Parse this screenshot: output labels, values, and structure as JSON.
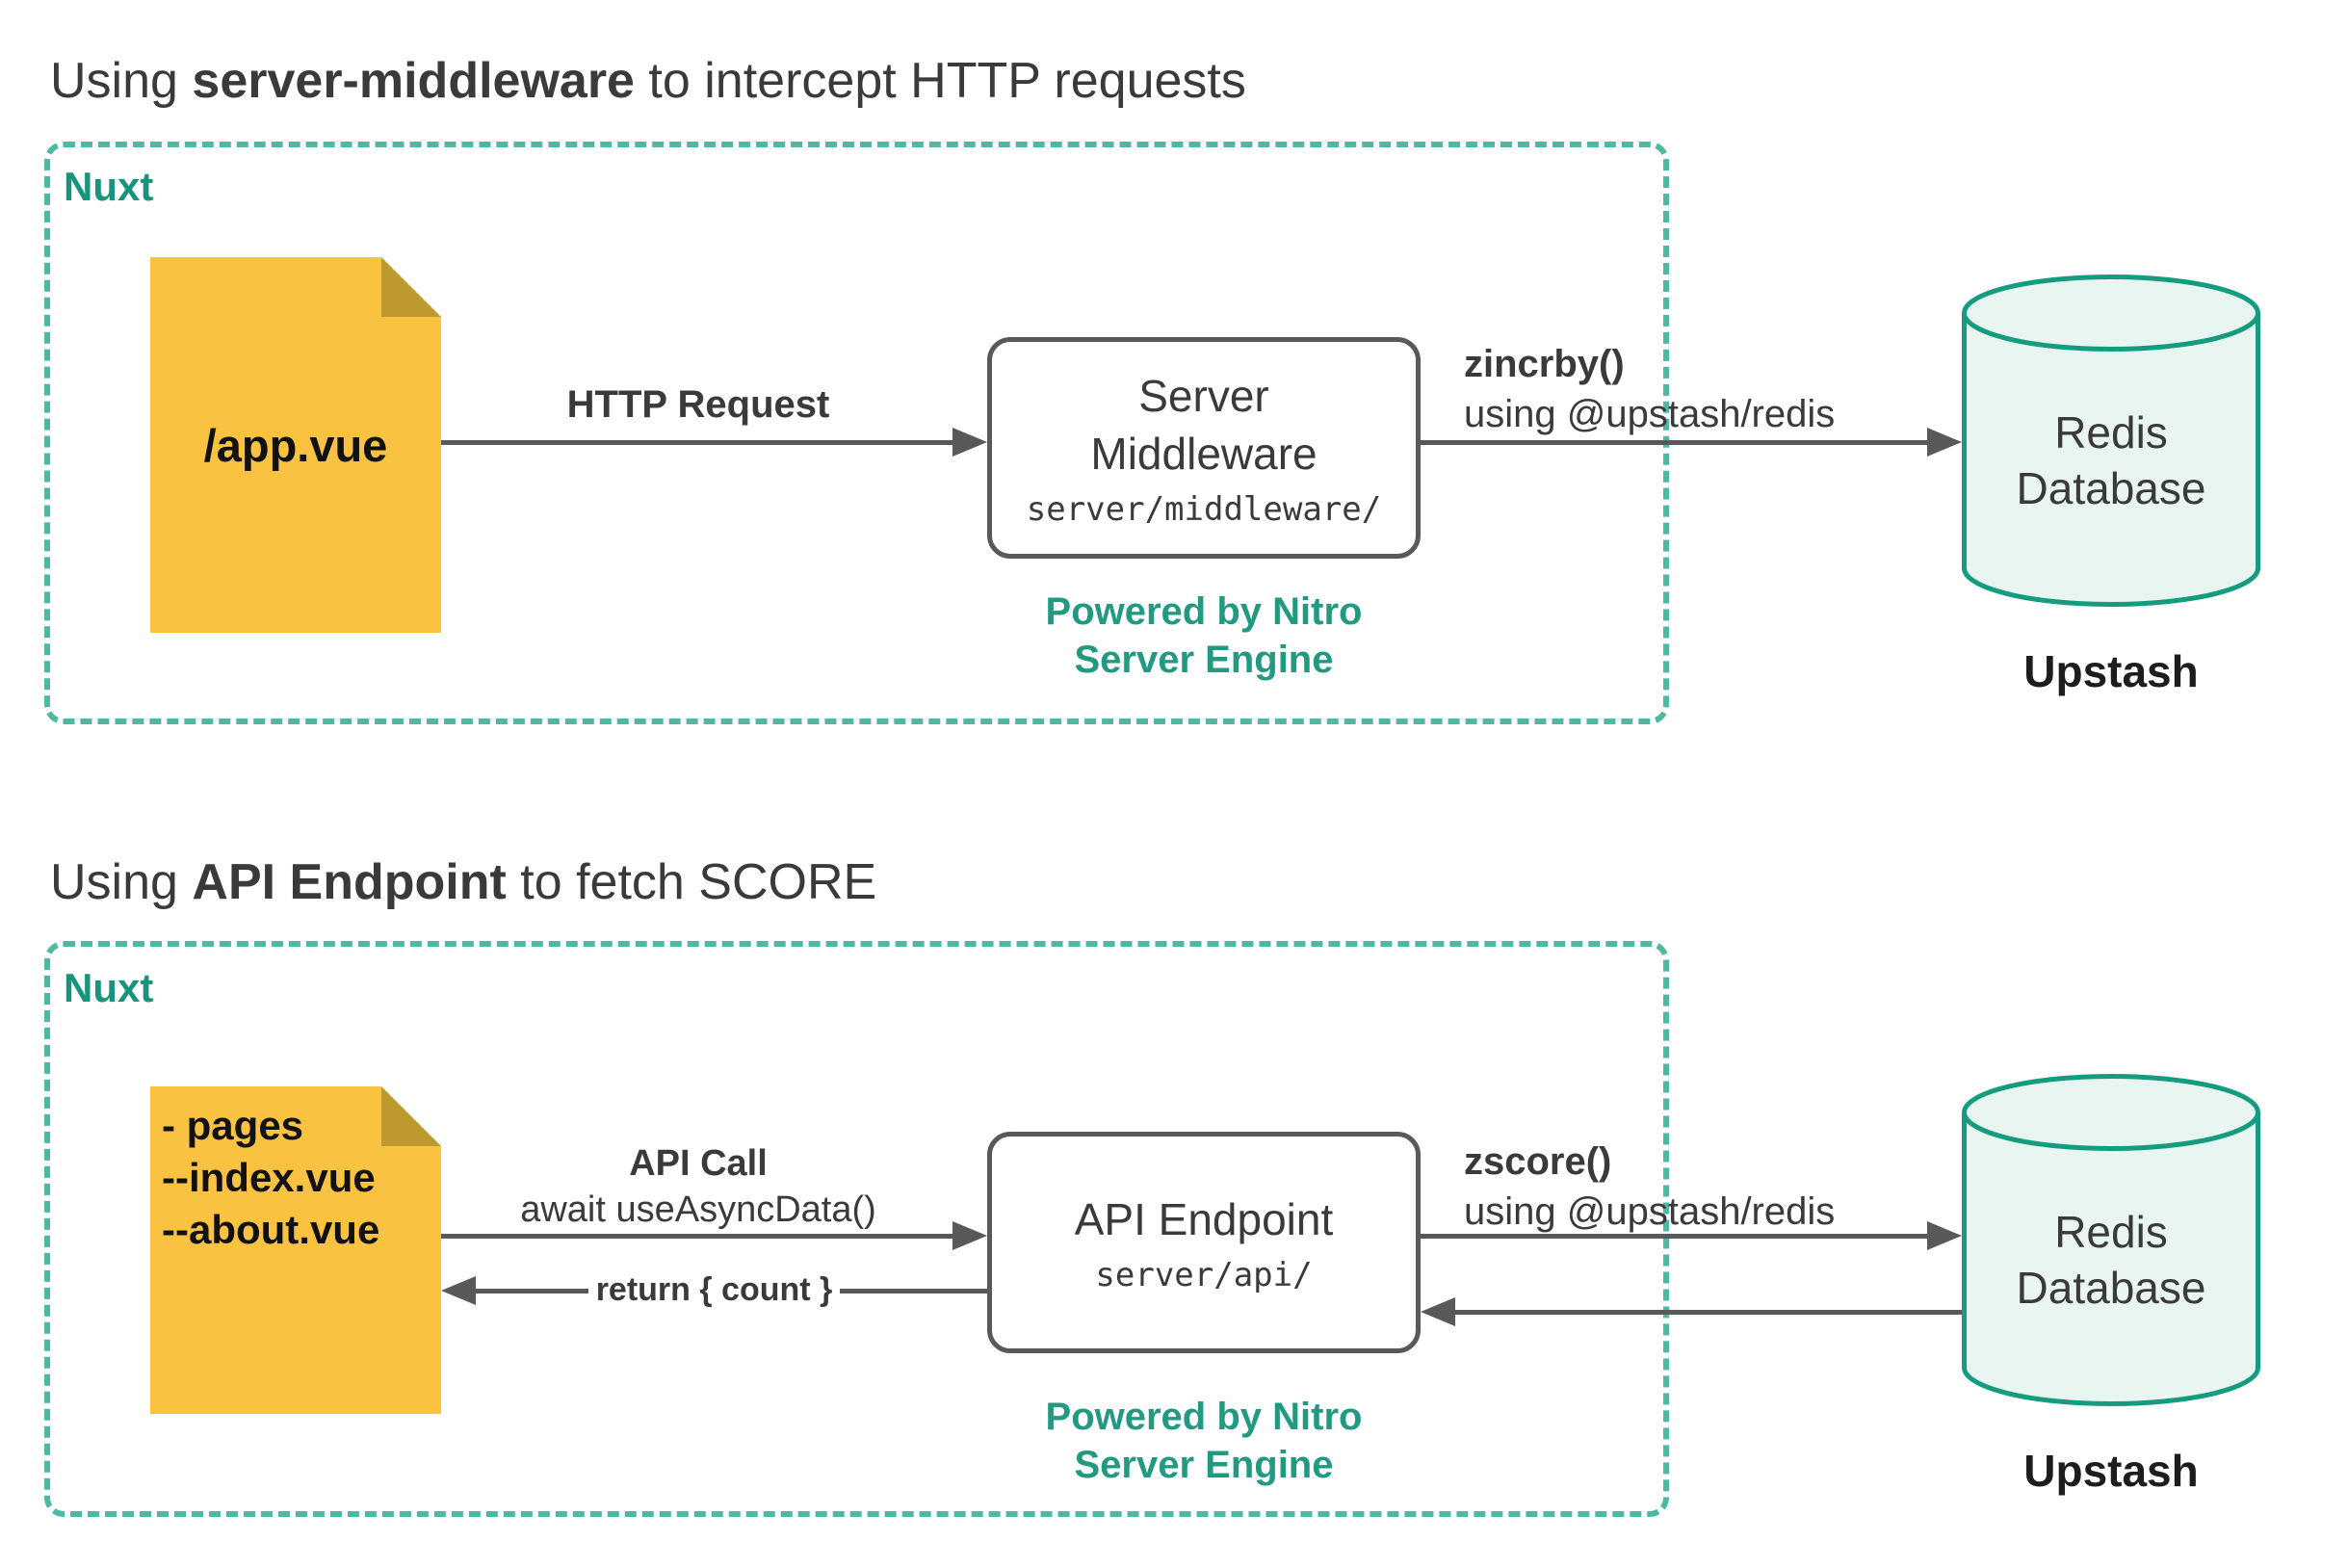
{
  "palette": {
    "teal_dash": "#4db9a2",
    "teal_text": "#17947c",
    "teal_caption": "#229a81",
    "cyl_border": "#149c80",
    "cyl_fill": "#e9f5f1",
    "arrow_gray": "#595959",
    "text_dark": "#3a3a3a",
    "file_yellow": "#f9c341",
    "file_fold": "#bd992e"
  },
  "section1": {
    "title": {
      "pre": "Using ",
      "bold": "server-middleware",
      "post": " to intercept HTTP requests"
    },
    "container_label": "Nuxt",
    "file": {
      "name": "/app.vue"
    },
    "request_arrow": {
      "label": "HTTP Request"
    },
    "process_box": {
      "line1": "Server",
      "line2": "Middleware",
      "path": "server/middleware/"
    },
    "caption_line1": "Powered by Nitro",
    "caption_line2": "Server Engine",
    "db_call": {
      "name": "zincrby()",
      "via": "using @upstash/redis"
    },
    "database": {
      "line1": "Redis",
      "line2": "Database",
      "vendor": "Upstash"
    }
  },
  "section2": {
    "title": {
      "pre": "Using ",
      "bold": "API Endpoint",
      "post": " to fetch SCORE"
    },
    "container_label": "Nuxt",
    "file": {
      "line1": "- pages",
      "line2": "--index.vue",
      "line3": "--about.vue"
    },
    "request_arrow": {
      "label": "API Call",
      "sublabel": "await useAsyncData()"
    },
    "return_arrow": {
      "label": "return { count }"
    },
    "process_box": {
      "line1": "API Endpoint",
      "path": "server/api/"
    },
    "caption_line1": "Powered by Nitro",
    "caption_line2": "Server Engine",
    "db_call": {
      "name": "zscore()",
      "via": "using @upstash/redis"
    },
    "database": {
      "line1": "Redis",
      "line2": "Database",
      "vendor": "Upstash"
    }
  }
}
